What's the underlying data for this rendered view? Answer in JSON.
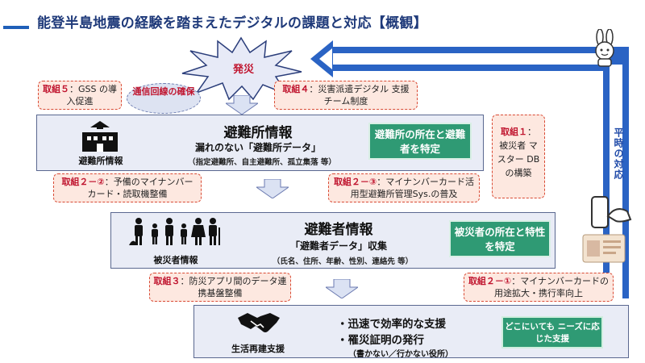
{
  "title": "能登半島地震の経験を踏まえたデジタルの課題と対応【概観】",
  "peacetime_label": "平時の対応",
  "disaster_label": "発災",
  "comm_label": "通信回線の確保",
  "items": {
    "t5": {
      "head": "取組５",
      "rest": "：GSS の導入促進"
    },
    "t4": {
      "head": "取組４",
      "rest": "：災害派遣デジタル 支援チーム制度"
    },
    "t1": {
      "head": "取組１",
      "rest": "： 被災者 マスター DB の構築"
    },
    "t2_2": {
      "head": "取組２－②",
      "rest": "：予備のマイナンバーカード・読取機整備"
    },
    "t2_3": {
      "head": "取組２－③",
      "rest": "：マイナンバーカード活用型避難所管理Sys.の普及"
    },
    "t3": {
      "head": "取組３",
      "rest": "：防災アプリ間のデータ連携基盤整備"
    },
    "t2_1": {
      "head": "取組２－①",
      "rest": "：マイナンバーカードの用途拡大・携行率向上"
    }
  },
  "shelter": {
    "icon_label": "避難所情報",
    "head": "避難所情報",
    "sub": "漏れのない「避難所データ」",
    "detail": "（指定避難所、自主避難所、孤立集落 等）",
    "goal": "避難所の所在と避難者を特定"
  },
  "evacuee": {
    "icon_label": "被災者情報",
    "head": "避難者情報",
    "sub": "「避難者データ」収集",
    "detail": "（氏名、住所、年齢、性別、連絡先 等）",
    "goal": "被災者の所在と特性を特定"
  },
  "support": {
    "icon_label": "生活再建支援",
    "line1": "・迅速で効率的な支援",
    "line2": "・罹災証明の発行",
    "detail": "（書かない／行かない役所）",
    "goal": "どこにいても ニーズに応じた支援"
  },
  "colors": {
    "accent_blue": "#2a63c4",
    "green": "#2f9a74",
    "red_text": "#c0152f",
    "panel_bg": "#e9ecf6"
  }
}
